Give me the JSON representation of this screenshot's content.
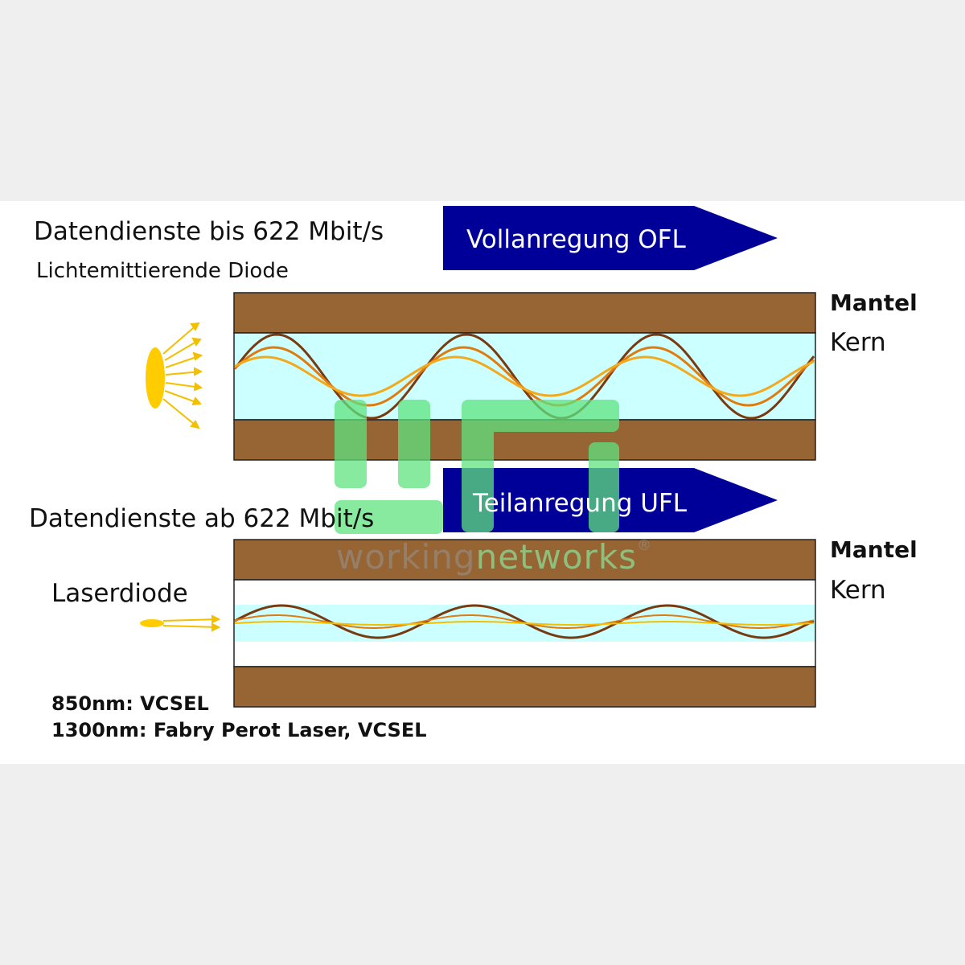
{
  "top": {
    "heading": "Datendienste bis 622 Mbit/s",
    "source_label": "Lichtemittierende Diode",
    "arrow_label": "Vollanregung OFL",
    "cladding_label": "Mantel",
    "core_label": "Kern"
  },
  "bottom": {
    "heading": "Datendienste ab 622 Mbit/s",
    "source_label": "Laserdiode",
    "arrow_label": "Teilanregung UFL",
    "cladding_label": "Mantel",
    "core_label": "Kern",
    "footnote_1": "850nm: VCSEL",
    "footnote_2": "1300nm: Fabry Perot Laser, VCSEL"
  },
  "watermark": {
    "text_a": "working",
    "text_b": "networks",
    "registered": "®"
  },
  "colors": {
    "cladding": "#976534",
    "core": "#ccffff",
    "arrow": "#000099",
    "wave_dark": "#7a3a10",
    "wave_mid": "#e07b10",
    "wave_light": "#f2a91c",
    "source": "#ffcc00",
    "watermark_green": "#5fe37f"
  }
}
